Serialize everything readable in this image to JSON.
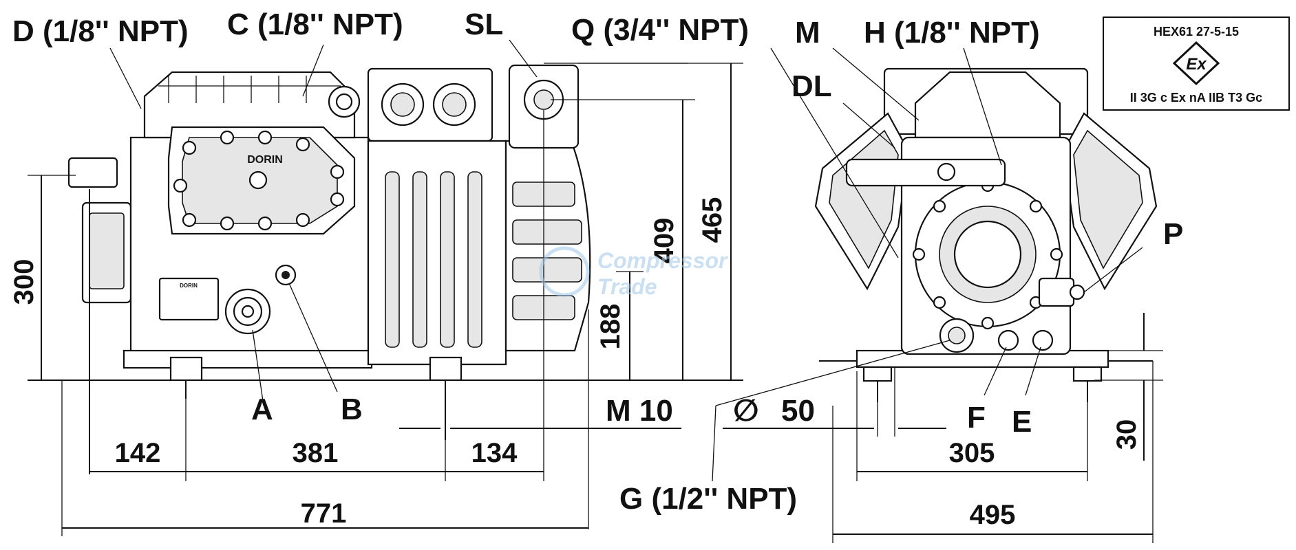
{
  "labels": {
    "D": "D (1/8'' NPT)",
    "C": "C (1/8'' NPT)",
    "SL": "SL",
    "Q": "Q (3/4'' NPT)",
    "M": "M",
    "H": "H (1/8'' NPT)",
    "DL": "DL",
    "P": "P",
    "A": "A",
    "B": "B",
    "F": "F",
    "E": "E",
    "G": "G (1/2'' NPT)",
    "M10": "M 10",
    "phi": "∅",
    "phi_value": "50"
  },
  "dimensions": {
    "d300": "300",
    "d188": "188",
    "d409": "409",
    "d465": "465",
    "d142": "142",
    "d381": "381",
    "d134": "134",
    "d771": "771",
    "d305": "305",
    "d495": "495",
    "d30": "30"
  },
  "certification": {
    "code": "HEX61 27-5-15",
    "symbol": "Ex",
    "marking": "II 3G c Ex nA IIB T3 Gc"
  },
  "logo_text": "DORIN",
  "watermark": {
    "line1": "Compressor",
    "line2": "Trade"
  },
  "colors": {
    "ink": "#111111",
    "watermark": "#9fc6e6"
  }
}
